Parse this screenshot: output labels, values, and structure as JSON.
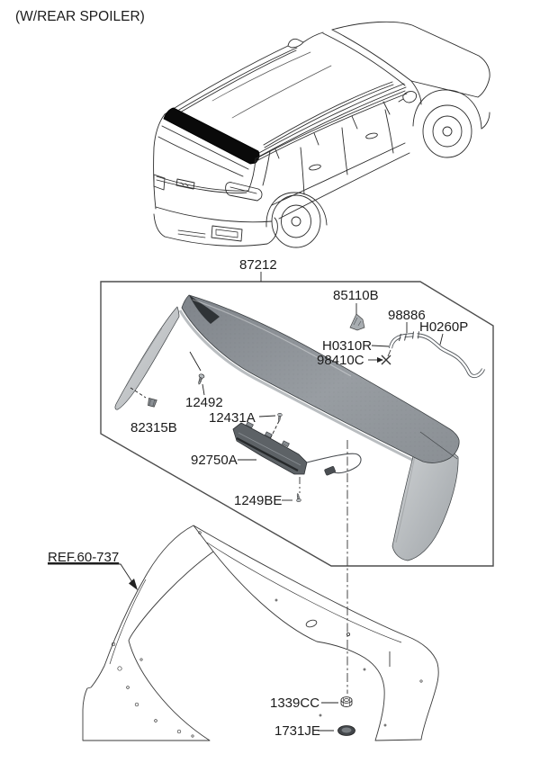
{
  "title": "(W/REAR SPOILER)",
  "assembly_label": "87212",
  "reference_label": "REF.60-737",
  "parts": {
    "p85110B": "85110B",
    "p98886": "98886",
    "pH0260P": "H0260P",
    "pH0310R": "H0310R",
    "p98410C": "98410C",
    "p12492": "12492",
    "p82315B": "82315B",
    "p12431A": "12431A",
    "p92750A": "92750A",
    "p1249BE": "1249BE",
    "p1339CC": "1339CC",
    "p1731JE": "1731JE"
  },
  "colors": {
    "line": "#2b2b2b",
    "box_line": "#4d4d4d",
    "spoiler_dark": "#84898e",
    "spoiler_light": "#c7cacc",
    "lamp_dark": "#5d6266",
    "text": "#1b1b1b"
  }
}
